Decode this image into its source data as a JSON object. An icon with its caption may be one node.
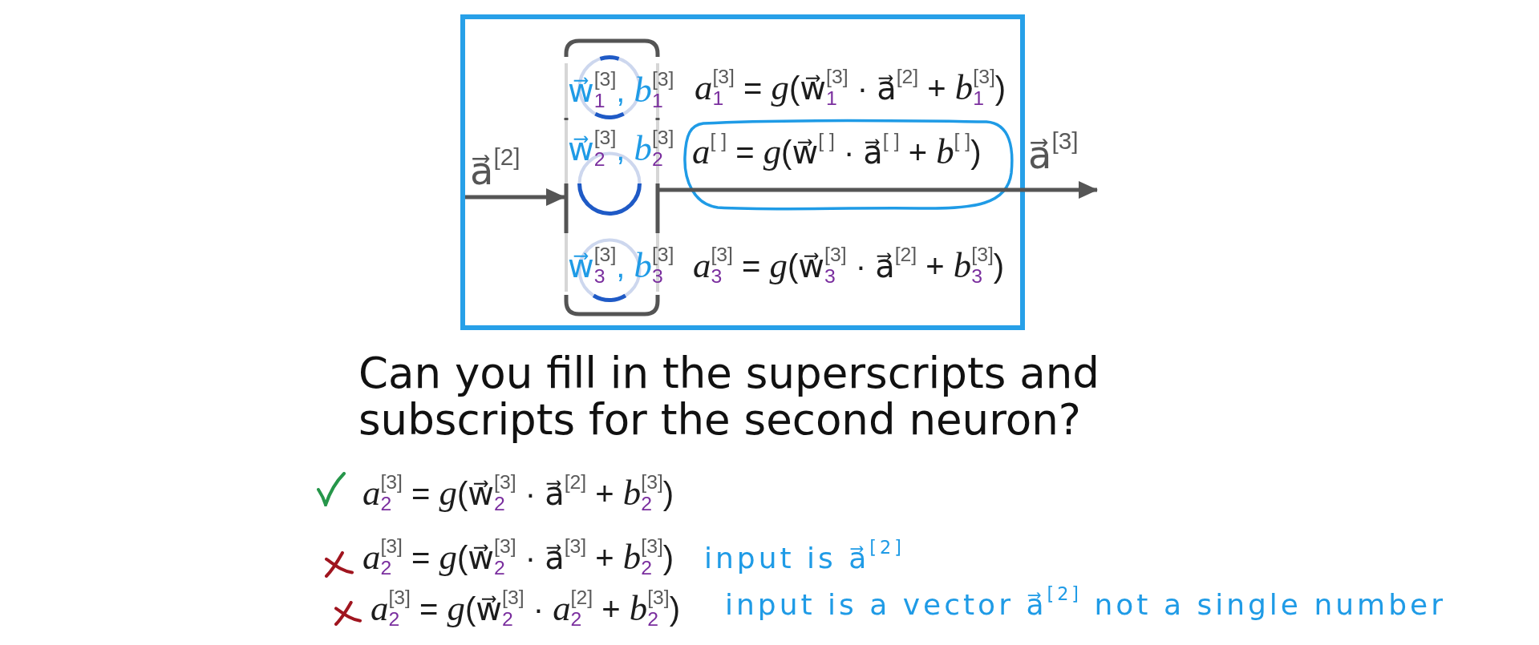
{
  "diagram": {
    "nodes": [
      {
        "text": [],
        "shape": "box"
      },
      {
        "text": [],
        "shape": "box",
        "in": 0
      },
      {
        "text": [
          "w⃗$_{1}$$^{[3]}$, *b*$_{1}$$^{[3]}$"
        ],
        "in": 1
      },
      {
        "text": [
          "w⃗$_{2}$$^{[3]}$, *b*$_{2}$$^{[3]}$"
        ],
        "in": 1
      },
      {
        "text": [
          "w⃗$_{3}$$^{[3]}$, *b*$_{3}$$^{[3]}$"
        ],
        "in": 1
      },
      {
        "text": [
          "*a*$^{[ ]}$ = *g*(w⃗$^{[ ]}$ · a⃗$^{[ ]}$ + *b*$^{[ ]}$)"
        ],
        "in": 0
      }
    ],
    "edges": [
      {
        "from": null,
        "to": 1,
        "arrow": "to",
        "label": "a⃗$^{[2]}$"
      },
      {
        "from": 1,
        "to": null,
        "arrow": "to",
        "label": "a⃗$^{[3]}$"
      }
    ],
    "labels": [
      "*a*$_{1}$$^{[3]}$ = *g*(w⃗$_{1}$$^{[3]}$ · a⃗$^{[2]}$ + *b*$_{1}$$^{[3]}$)",
      "*a*$_{3}$$^{[3]}$ = *g*(w⃗$_{3}$$^{[3]}$ · a⃗$^{[2]}$ + *b*$_{3}$$^{[3]}$)",
      "Can you fill in the superscripts and subscripts for the second neuron?",
      "*a*$_{2}$$^{[3]}$ = *g*(w⃗$_{2}$$^{[3]}$ · a⃗$^{[2]}$ + *b*$_{2}$$^{[3]}$)",
      "*a*$_{2}$$^{[3]}$ = *g*(w⃗$_{2}$$^{[3]}$ · a⃗$^{[3]}$ + *b*$_{2}$$^{[3]}$)",
      "input is a⃗$^{[2]}$",
      "*a*$_{2}$$^{[3]}$ = *g*(w⃗$_{2}$$^{[3]}$ · *a*$_{2}$$^{[2]}$ + *b*$_{2}$$^{[3]}$)",
      "input is a vector a⃗$^{[2]}$ not a single number"
    ]
  }
}
